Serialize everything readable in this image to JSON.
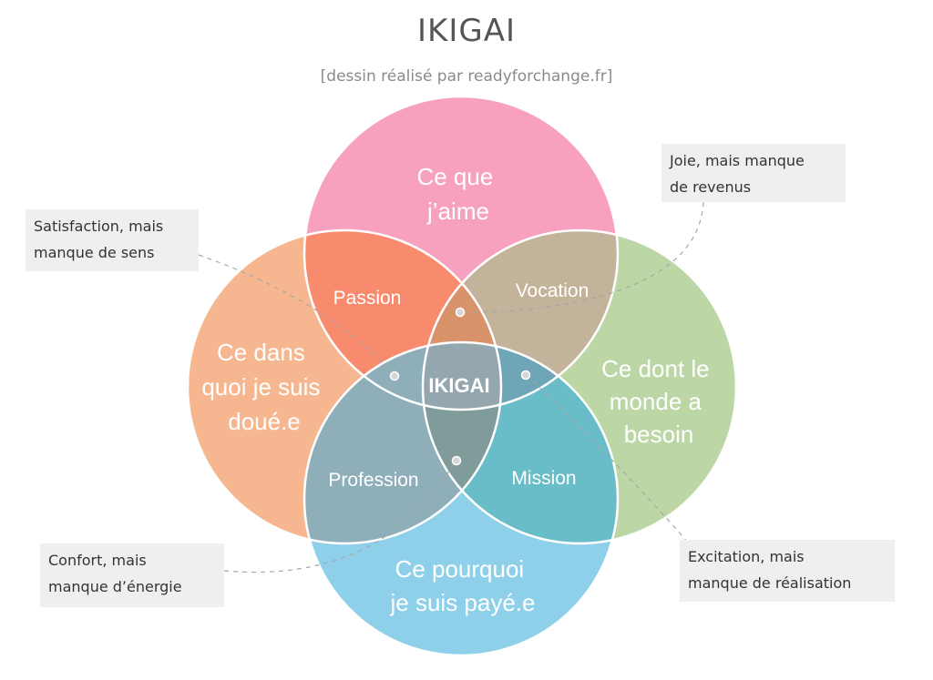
{
  "header": {
    "title": "IKIGAI",
    "subtitle": "[dessin réalisé par readyforchange.fr]"
  },
  "circles": {
    "love": {
      "lines": [
        "Ce que",
        "j’aime"
      ],
      "color": "#f7a1be"
    },
    "good": {
      "lines": [
        "Ce dans",
        "quoi je suis",
        "doué.e"
      ],
      "color": "#f6b790"
    },
    "world": {
      "lines": [
        "Ce dont le",
        "monde a",
        "besoin"
      ],
      "color": "#bcd6a6"
    },
    "paid": {
      "lines": [
        "Ce pourquoi",
        "je suis payé.e"
      ],
      "color": "#8ed0ea"
    }
  },
  "overlaps": {
    "passion": {
      "label": "Passion",
      "color": "#f88a6e"
    },
    "vocation": {
      "label": "Vocation",
      "color": "#c3b39a"
    },
    "profession": {
      "label": "Profession",
      "color": "#8eaeb9"
    },
    "mission": {
      "label": "Mission",
      "color": "#69bdc9"
    },
    "center": {
      "label": "IKIGAI",
      "color": "#94a7ae"
    }
  },
  "notes": {
    "satisfaction": [
      "Satisfaction, mais",
      "manque de sens"
    ],
    "joie": [
      "Joie, mais manque",
      "de revenus"
    ],
    "confort": [
      "Confort, mais",
      "manque d’énergie"
    ],
    "excitation": [
      "Excitation, mais",
      "manque de réalisation"
    ]
  }
}
